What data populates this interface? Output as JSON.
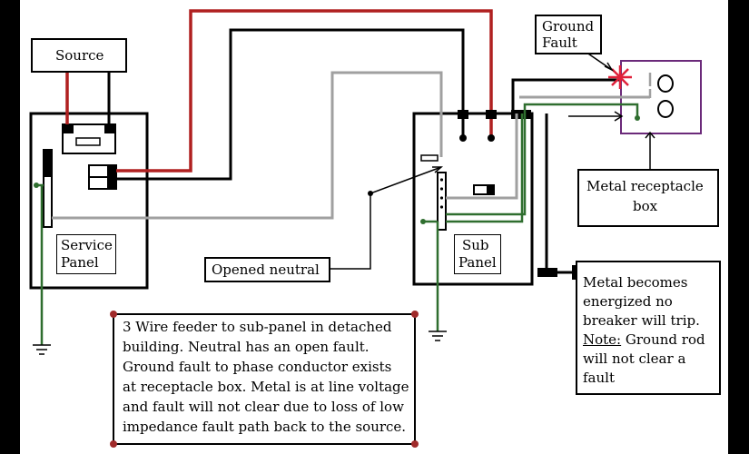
{
  "labels": {
    "source": "Source",
    "ground_fault_1": "Ground",
    "ground_fault_2": "Fault",
    "service_panel_1": "Service",
    "service_panel_2": "Panel",
    "sub_panel_1": "Sub",
    "sub_panel_2": "Panel",
    "opened_neutral": "Opened neutral",
    "metal_box_1": "Metal receptacle",
    "metal_box_2": "box",
    "energized_1": "Metal becomes",
    "energized_2": "energized no",
    "energized_3": "breaker will trip.",
    "energized_note": "Note:",
    "energized_4": " Ground rod",
    "energized_5": "will not clear a",
    "energized_6": "fault"
  },
  "explanation": {
    "lines": [
      "3 Wire feeder to sub-panel in detached",
      "building. Neutral has an open fault.",
      "Ground fault to phase conductor  exists",
      "at receptacle box. Metal is at line voltage",
      "and fault will not clear due to loss of low",
      "impedance fault path back to the source."
    ]
  },
  "colors": {
    "hot": "#b02020",
    "black": "#000000",
    "neutral": "#a0a0a0",
    "ground": "#2f6e2f",
    "receptacle_border": "#6b2a7a",
    "fault_marker": "#e0203a"
  }
}
